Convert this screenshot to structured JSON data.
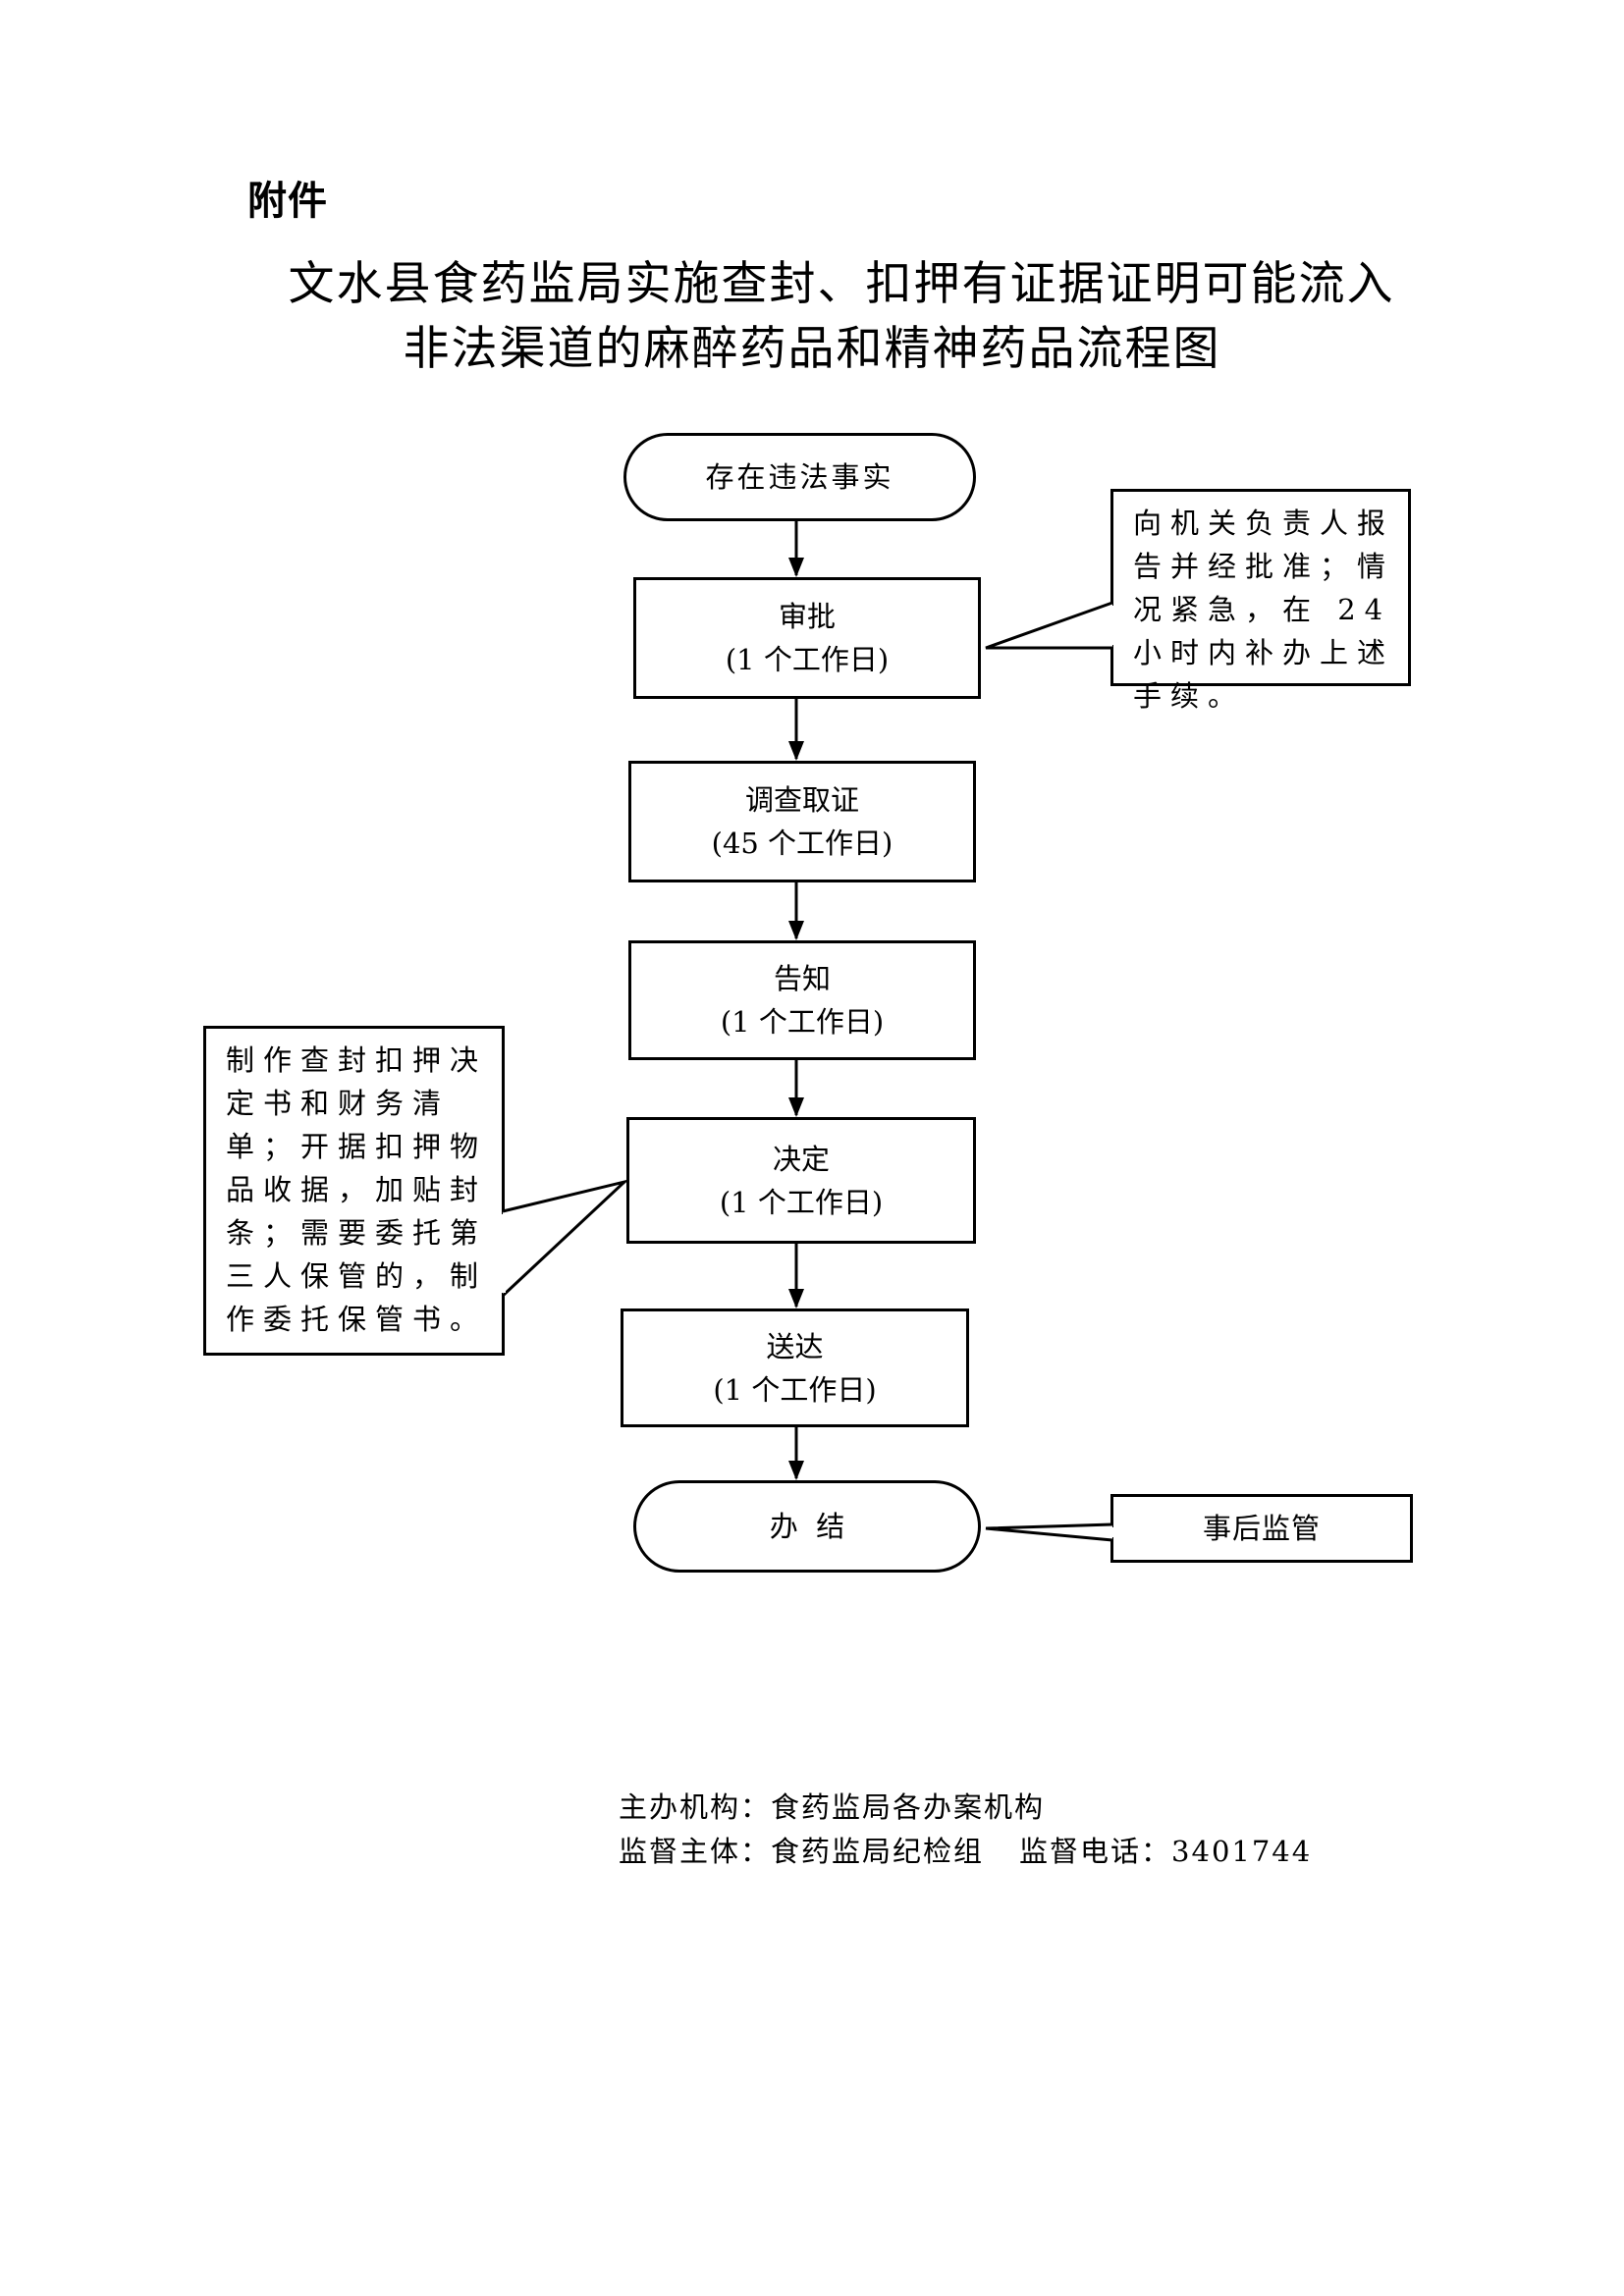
{
  "header": {
    "attachment_label": "附件",
    "title_line1": "文水县食药监局实施查封、扣押有证据证明可能流入",
    "title_line2": "非法渠道的麻醉药品和精神药品流程图"
  },
  "flow": {
    "start": "存在违法事实",
    "steps": [
      {
        "name": "审批",
        "duration": "(1 个工作日)"
      },
      {
        "name": "调查取证",
        "duration": "(45 个工作日)"
      },
      {
        "name": "告知",
        "duration": "(1 个工作日)"
      },
      {
        "name": "决定",
        "duration": "(1 个工作日)"
      },
      {
        "name": "送达",
        "duration": "(1 个工作日)"
      }
    ],
    "end": "办  结"
  },
  "notes": {
    "approval_note": "向机关负责人报告并经批准；情况紧急，在 24 小时内补办上述手续。",
    "decision_note": "制作查封扣押决定书和财务清单；开据扣押物品收据，加贴封条；需要委托第三人保管的，制作委托保管书。",
    "end_note": "事后监管"
  },
  "footer": {
    "organizer_label": "主办机构：",
    "organizer_value": "食药监局各办案机构",
    "supervisor_label": "监督主体：",
    "supervisor_value": "食药监局纪检组",
    "phone_label": "监督电话：",
    "phone_value": "3401744"
  }
}
